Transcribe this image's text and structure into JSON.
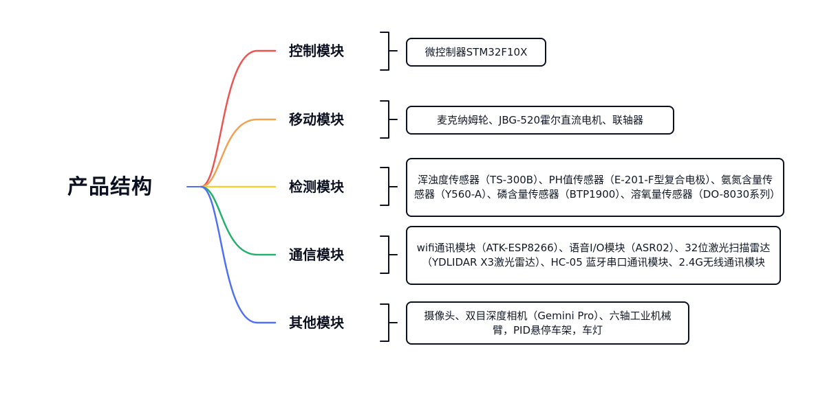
{
  "diagram": {
    "root": "产品结构",
    "branches": [
      {
        "label": "控制模块",
        "detail": "微控制器STM32F10X",
        "color": "#ef5350"
      },
      {
        "label": "移动模块",
        "detail": "麦克纳姆轮、JBG-520霍尔直流电机、联轴器",
        "color": "#f2a14f"
      },
      {
        "label": "检测模块",
        "detail": "浑浊度传感器（TS-300B）、PH值传感器（E-201-F型复合电极）、氨氮含量传感器（Y560-A）、磷含量传感器（BTP1900）、溶氧量传感器（DO-8030系列）",
        "color": "#f4cf3a"
      },
      {
        "label": "通信模块",
        "detail": "wifi通讯模块（ATK-ESP8266）、语音I/O模块（ASR02）、32位激光扫描雷达（YDLIDAR X3激光雷达）、HC-05 蓝牙串口通讯模块、2.4G无线通讯模块",
        "color": "#20b26b"
      },
      {
        "label": "其他模块",
        "detail": "摄像头、双目深度相机（Gemini Pro）、六轴工业机械臂，PID悬停车架，车灯",
        "color": "#4f6ff2"
      }
    ]
  }
}
